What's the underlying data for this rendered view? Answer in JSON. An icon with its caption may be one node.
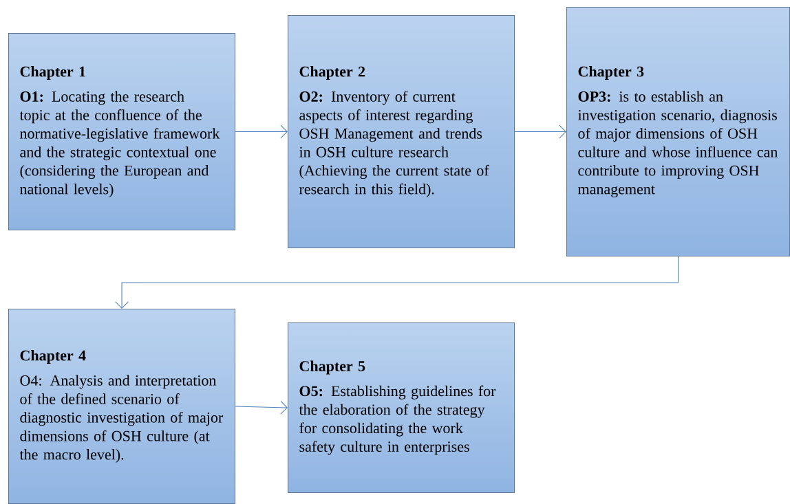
{
  "diagram": {
    "nodes": [
      {
        "text": [
          "Chapter 1",
          "**O1:** Locating the research topic at the confluence of the normative-legislative framework and the strategic contextual one (considering the European and national levels)"
        ]
      },
      {
        "text": [
          "Chapter 2",
          "**O2:** Inventory of current aspects of interest regarding OSH Management and trends in OSH culture research (Achieving the current state of research in this field)."
        ]
      },
      {
        "text": [
          "Chapter 3",
          "**OP3:** is to establish an investigation scenario, diagnosis of major dimensions of OSH culture and whose influence can contribute to improving OSH management"
        ]
      },
      {
        "text": [
          "Chapter 4",
          "O4: Analysis and interpretation of the defined scenario of diagnostic investigation of major dimensions of OSH culture (at the macro level)."
        ]
      },
      {
        "text": [
          "Chapter 5",
          "**O5:** Establishing guidelines for the elaboration of the strategy for consolidating the work safety culture in enterprises"
        ]
      }
    ],
    "edges": [
      {
        "from": 0,
        "to": 1,
        "arrow": "to"
      },
      {
        "from": 1,
        "to": 2,
        "arrow": "to"
      },
      {
        "from": 2,
        "to": 3,
        "arrow": "to"
      },
      {
        "from": 3,
        "to": 4,
        "arrow": "to"
      }
    ]
  }
}
